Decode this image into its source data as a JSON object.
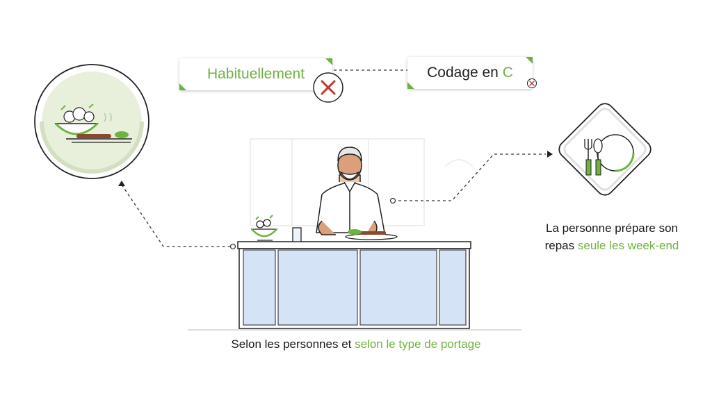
{
  "labels": {
    "usually": "Habituellement",
    "coding_prefix": "Codage en ",
    "coding_value": "C"
  },
  "captions": {
    "right_line1": "La personne prépare son",
    "right_line2_prefix": "repas ",
    "right_line2_highlight": "seule les week-end",
    "bottom_prefix": "Selon les personnes et ",
    "bottom_highlight": "selon le type de portage"
  },
  "icons": {
    "usually_status": "cross-icon",
    "coding_status": "small-cross-icon",
    "left_circle": "meal-tray-icon",
    "right_diamond": "cutlery-plate-icon"
  },
  "colors": {
    "accent": "#6db33f",
    "cross": "#c0392b",
    "counter_panel": "#d5e3f7",
    "meal_bg": "#e8f0dc"
  }
}
